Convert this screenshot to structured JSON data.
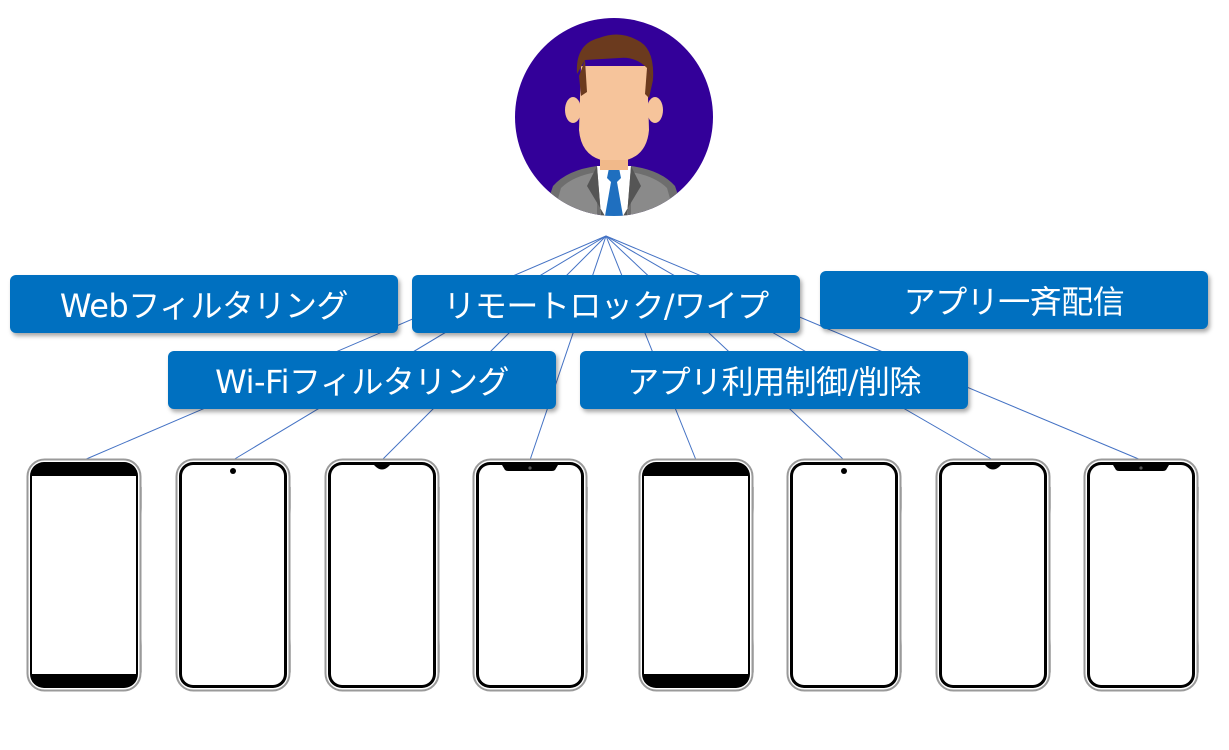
{
  "colors": {
    "box_fill": "#0070C0",
    "box_text": "#FFFFFF",
    "connector": "#4472C4",
    "avatar_background": "#330099"
  },
  "admin": {
    "icon": "businessman-avatar-icon"
  },
  "features": {
    "web_filtering": "Webフィルタリング",
    "remote_lock_wipe": "リモートロック/ワイプ",
    "app_bulk_distribution": "アプリ一斉配信",
    "wifi_filtering": "Wi-Fiフィルタリング",
    "app_usage_control": "アプリ利用制御/削除"
  },
  "devices": [
    {
      "icon": "smartphone-icon",
      "style": "bezel"
    },
    {
      "icon": "smartphone-icon",
      "style": "punch-hole"
    },
    {
      "icon": "smartphone-icon",
      "style": "teardrop-notch"
    },
    {
      "icon": "smartphone-icon",
      "style": "wide-notch"
    },
    {
      "icon": "smartphone-icon",
      "style": "bezel"
    },
    {
      "icon": "smartphone-icon",
      "style": "punch-hole"
    },
    {
      "icon": "smartphone-icon",
      "style": "teardrop-notch"
    },
    {
      "icon": "smartphone-icon",
      "style": "wide-notch"
    }
  ]
}
